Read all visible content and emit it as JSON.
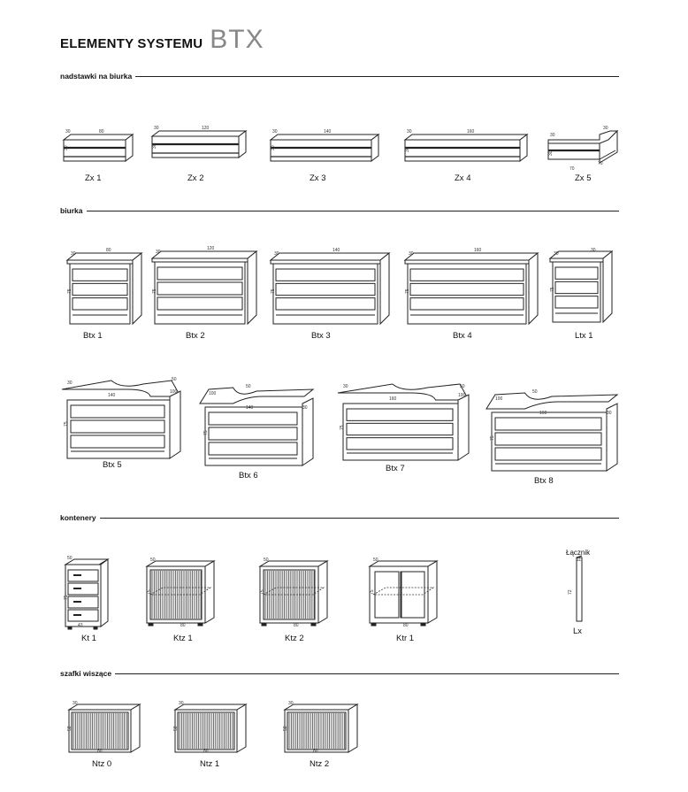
{
  "header": {
    "title": "ELEMENTY SYSTEMU",
    "brand": "BTX"
  },
  "sections": {
    "nadstawki": "nadstawki na biurka",
    "biurka": "biurka",
    "kontenery": "kontenery",
    "szafki": "szafki wiszące"
  },
  "connector_label": "Łącznik",
  "items": [
    {
      "code": "Zx 1",
      "dims": [
        "30",
        "80",
        "30"
      ]
    },
    {
      "code": "Zx 2",
      "dims": [
        "30",
        "120",
        "30"
      ]
    },
    {
      "code": "Zx 3",
      "dims": [
        "30",
        "140",
        "30"
      ]
    },
    {
      "code": "Zx 4",
      "dims": [
        "30",
        "160",
        "30"
      ]
    },
    {
      "code": "Zx 5",
      "dims": [
        "30",
        "30",
        "30",
        "70",
        "70"
      ]
    },
    {
      "code": "Btx 1",
      "dims": [
        "30",
        "80",
        "75"
      ]
    },
    {
      "code": "Btx 2",
      "dims": [
        "30",
        "120",
        "75"
      ]
    },
    {
      "code": "Btx 3",
      "dims": [
        "30",
        "140",
        "75"
      ]
    },
    {
      "code": "Btx 4",
      "dims": [
        "30",
        "160",
        "75"
      ]
    },
    {
      "code": "Ltx 1",
      "dims": [
        "30",
        "30",
        "75"
      ]
    },
    {
      "code": "Btx 5",
      "dims": [
        "30",
        "50",
        "140",
        "100",
        "75"
      ]
    },
    {
      "code": "Btx 6",
      "dims": [
        "100",
        "50",
        "140",
        "30",
        "75"
      ]
    },
    {
      "code": "Btx 7",
      "dims": [
        "30",
        "50",
        "160",
        "100",
        "75"
      ]
    },
    {
      "code": "Btx 8",
      "dims": [
        "100",
        "50",
        "160",
        "30",
        "75"
      ]
    },
    {
      "code": "Kt 1",
      "dims": [
        "50",
        "75",
        "43"
      ]
    },
    {
      "code": "Ktz 1",
      "dims": [
        "50",
        "75",
        "80"
      ]
    },
    {
      "code": "Ktz 2",
      "dims": [
        "50",
        "75",
        "80"
      ]
    },
    {
      "code": "Ktr 1",
      "dims": [
        "50",
        "75",
        "80"
      ]
    },
    {
      "code": "Lx",
      "dims": [
        "11",
        "72"
      ]
    },
    {
      "code": "Ntz 0",
      "dims": [
        "30",
        "58",
        "80"
      ]
    },
    {
      "code": "Ntz 1",
      "dims": [
        "30",
        "58",
        "80"
      ]
    },
    {
      "code": "Ntz 2",
      "dims": [
        "30",
        "58",
        "80"
      ]
    }
  ]
}
